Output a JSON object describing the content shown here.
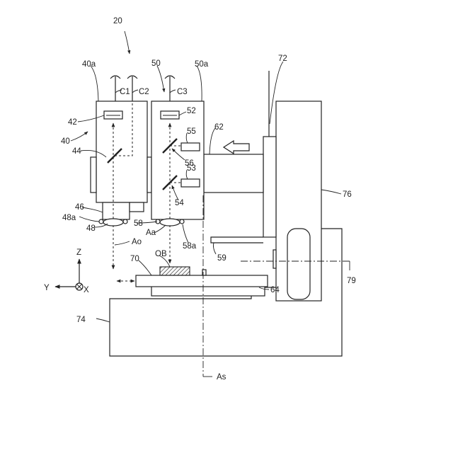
{
  "labels": {
    "fig": "20",
    "l40a": "40a",
    "l50": "50",
    "l50a": "50a",
    "l72": "72",
    "lC1": "C1",
    "lC2": "C2",
    "lC3": "C3",
    "l42": "42",
    "l52": "52",
    "l40": "40",
    "l55": "55",
    "l62": "62",
    "l44": "44",
    "l56": "56",
    "l53": "53",
    "l76": "76",
    "l54": "54",
    "l46": "46",
    "l48a": "48a",
    "l48": "48",
    "l58": "58",
    "lAa": "Aa",
    "l58a": "58a",
    "lAo": "Ao",
    "l59": "59",
    "lZ": "Z",
    "l70": "70",
    "lOB": "OB",
    "l79": "79",
    "lY": "Y",
    "lX": "X",
    "l64": "64",
    "l74": "74",
    "lAs": "As"
  }
}
